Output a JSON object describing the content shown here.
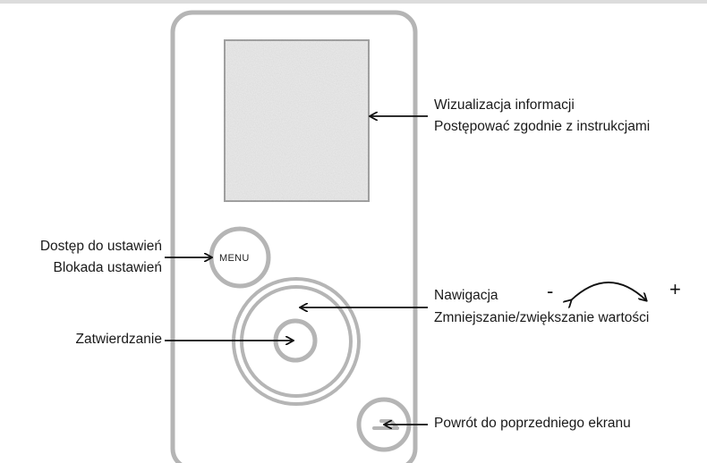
{
  "labels": {
    "display_line1": "Wizualizacja informacji",
    "display_line2": "Postępować zgodnie z instrukcjami",
    "menu_line1": "Dostęp do ustawień",
    "menu_line2": "Blokada ustawień",
    "nav_line1": "Nawigacja",
    "nav_line2": "Zmniejszanie/zwiększanie wartości",
    "confirm": "Zatwierdzanie",
    "back": "Powrót do poprzedniego ekranu"
  },
  "buttons": {
    "menu_label": "MENU"
  },
  "signs": {
    "minus": "-",
    "plus": "+"
  },
  "colors": {
    "device_outline": "#b5b5b5",
    "display_fill": "#ebebeb",
    "arrow": "#111111"
  }
}
